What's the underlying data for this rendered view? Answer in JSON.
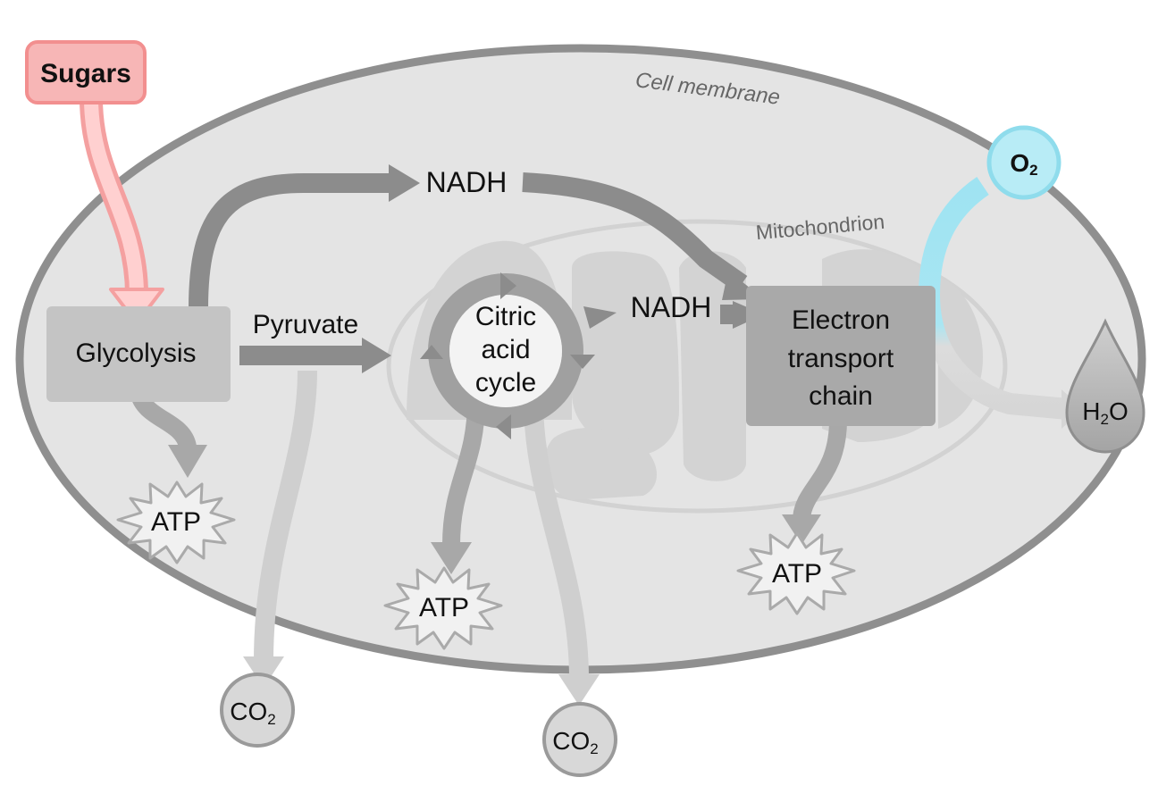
{
  "labels": {
    "cell_membrane": "Cell membrane",
    "mitochondrion": "Mitochondrion",
    "sugars": "Sugars",
    "glycolysis": "Glycolysis",
    "pyruvate": "Pyruvate",
    "nadh_top": "NADH",
    "nadh_mid": "NADH",
    "citric_line1": "Citric",
    "citric_line2": "acid",
    "citric_line3": "cycle",
    "etc_line1": "Electron",
    "etc_line2": "transport",
    "etc_line3": "chain",
    "atp_1": "ATP",
    "atp_2": "ATP",
    "atp_3": "ATP",
    "co2_main_1": "CO",
    "co2_sub_1": "2",
    "co2_main_2": "CO",
    "co2_sub_2": "2",
    "o2_main": "O",
    "o2_sub": "2",
    "h2o_h": "H",
    "h2o_sub": "2",
    "h2o_o": "O"
  },
  "colors": {
    "cell_fill": "#e4e4e4",
    "cell_stroke": "#8f8f8f",
    "arrow_dark": "#8c8c8c",
    "arrow_light": "#cfcfcf",
    "sugars_fill": "#f7b6b6",
    "sugars_stroke": "#f28f8f",
    "oxygen_fill": "#a8e6f3"
  }
}
